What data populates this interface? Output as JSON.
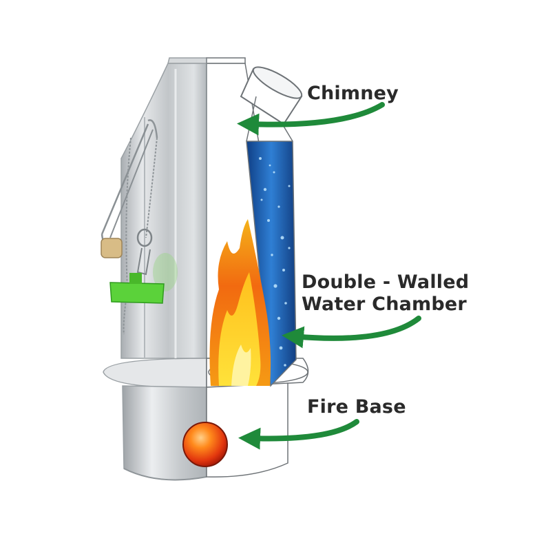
{
  "labels": {
    "chimney": "Chimney",
    "double_walled_line1": "Double - Walled",
    "double_walled_line2": "Water Chamber",
    "fire_base": "Fire Base"
  },
  "colors": {
    "arrow_green": "#1f8a3a",
    "water_blue": "#1f5fa8",
    "flame_orange": "#f07a16",
    "flame_yellow": "#ffd21c",
    "steel": "#c9cdd0",
    "hook_green": "#58d23a",
    "ball_red": "#e23b10"
  },
  "icons": [
    "kettle-illustration",
    "flame-icon",
    "water-bubbles",
    "fire-ball-icon",
    "arrow-icon"
  ]
}
